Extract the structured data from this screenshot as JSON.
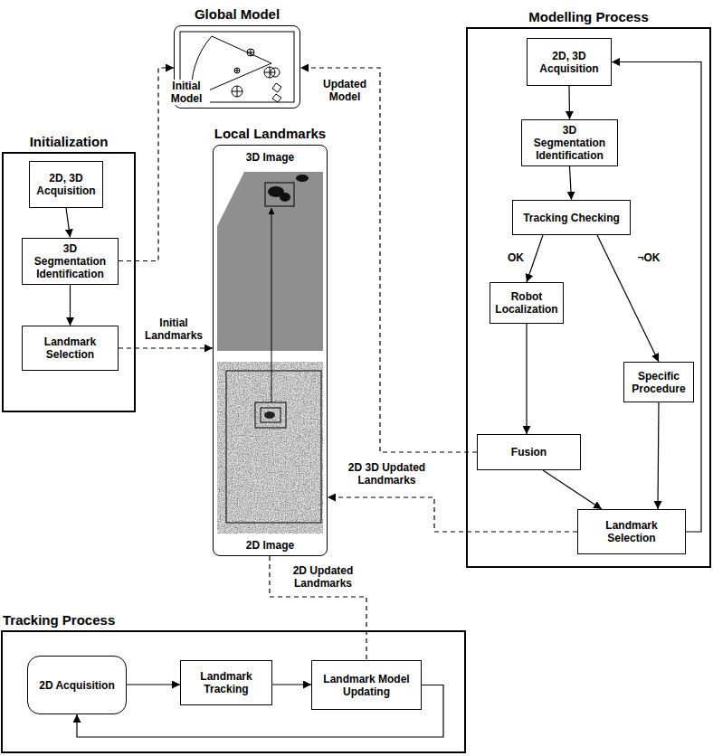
{
  "diagram": {
    "nodes": [
      {
        "text": [
          "Global Model"
        ]
      },
      {
        "text": [
          "Modelling Process"
        ]
      },
      {
        "text": [
          "2D, 3D Acquisition"
        ],
        "in": 1
      },
      {
        "text": [
          "3D Segmentation Identification"
        ],
        "in": 1
      },
      {
        "text": [
          "Tracking Checking"
        ],
        "in": 1
      },
      {
        "text": [
          "Robot Localization"
        ],
        "in": 1
      },
      {
        "text": [
          "Specific Procedure"
        ],
        "in": 1
      },
      {
        "text": [
          "Fusion"
        ],
        "in": 1
      },
      {
        "text": [
          "Landmark Selection"
        ],
        "in": 1
      },
      {
        "text": [
          "Initialization"
        ]
      },
      {
        "text": [
          "2D, 3D Acquisition"
        ],
        "in": 9
      },
      {
        "text": [
          "3D Segmentation Identification"
        ],
        "in": 9
      },
      {
        "text": [
          "Landmark Selection"
        ],
        "in": 9
      },
      {
        "text": [
          "Local Landmarks",
          "3D Image",
          "2D Image"
        ]
      },
      {
        "text": [
          "Tracking Process"
        ]
      },
      {
        "text": [
          "2D Acquisition"
        ],
        "in": 14
      },
      {
        "text": [
          "Landmark Tracking"
        ],
        "in": 14
      },
      {
        "text": [
          "Landmark Model Updating"
        ],
        "in": 14
      }
    ],
    "edges": [
      {
        "from": 10,
        "to": 11,
        "arrow": "to"
      },
      {
        "from": 11,
        "to": 12,
        "arrow": "to"
      },
      {
        "from": 11,
        "to": 0,
        "label": "Initial Model",
        "arrow": "to"
      },
      {
        "from": 12,
        "to": 13,
        "label": "Initial Landmarks",
        "arrow": "to"
      },
      {
        "from": 2,
        "to": 3,
        "arrow": "to"
      },
      {
        "from": 3,
        "to": 4,
        "arrow": "to"
      },
      {
        "from": 4,
        "to": 5,
        "label": "OK",
        "arrow": "to"
      },
      {
        "from": 4,
        "to": 6,
        "label": "¬OK",
        "arrow": "to"
      },
      {
        "from": 5,
        "to": 7,
        "arrow": "to"
      },
      {
        "from": 6,
        "to": 8,
        "arrow": "to"
      },
      {
        "from": 7,
        "to": 8,
        "arrow": "to"
      },
      {
        "from": 8,
        "to": 2,
        "arrow": "to"
      },
      {
        "from": 7,
        "to": 0,
        "label": "Updated Model",
        "arrow": "to"
      },
      {
        "from": 8,
        "to": 13,
        "label": "2D 3D Updated Landmarks",
        "arrow": "to"
      },
      {
        "from": 13,
        "to": 17,
        "label": "2D Updated Landmarks",
        "arrow": "none"
      },
      {
        "from": 15,
        "to": 16,
        "arrow": "to"
      },
      {
        "from": 16,
        "to": 17,
        "arrow": "to"
      },
      {
        "from": 17,
        "to": 15,
        "arrow": "to"
      }
    ]
  }
}
